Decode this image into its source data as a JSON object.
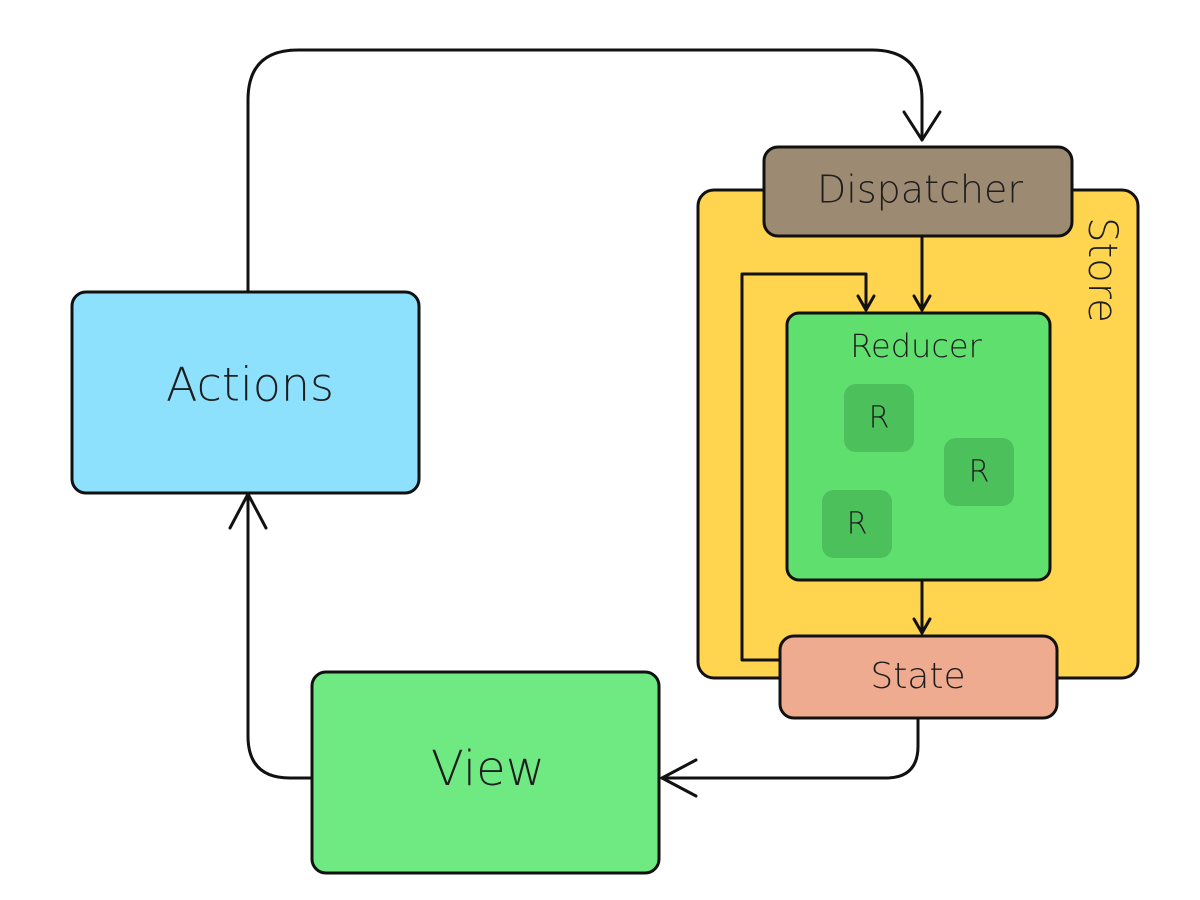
{
  "nodes": {
    "actions": {
      "label": "Actions",
      "color": "#8ee1fd"
    },
    "view": {
      "label": "View",
      "color": "#6fea82"
    },
    "store": {
      "label": "Store",
      "color": "#ffd550"
    },
    "dispatcher": {
      "label": "Dispatcher",
      "color": "#9d8a73"
    },
    "reducer": {
      "label": "Reducer",
      "color": "#5edf6e",
      "sub_reducers": [
        {
          "label": "R",
          "color": "#4cc05a"
        },
        {
          "label": "R",
          "color": "#4cc05a"
        },
        {
          "label": "R",
          "color": "#4cc05a"
        }
      ]
    },
    "state": {
      "label": "State",
      "color": "#eeab90"
    }
  },
  "colors": {
    "stroke": "#111111",
    "text": "#1e1e1e"
  }
}
